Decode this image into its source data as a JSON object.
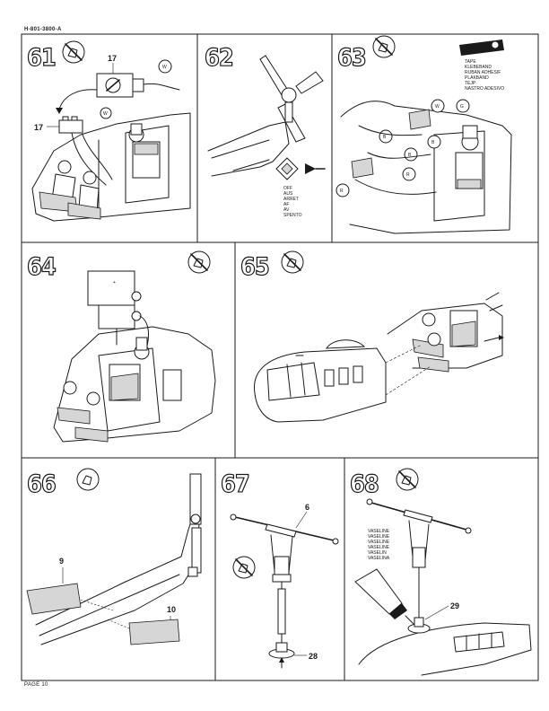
{
  "document": {
    "id": "H-801-3800-A",
    "page_label": "PAGE 10"
  },
  "steps": [
    {
      "number": "61",
      "callouts": [
        "17",
        "17"
      ],
      "markers": [
        "W",
        "W"
      ],
      "icon": "no-glue-icon"
    },
    {
      "number": "62",
      "text_lines": [
        "OFF",
        "AUS",
        "ARRET",
        "AF",
        "AV",
        "SPENTO"
      ]
    },
    {
      "number": "63",
      "icon": "no-glue-icon",
      "tape_lines": [
        "TAPE",
        "KLEBEBAND",
        "RUBAN ADHESIF",
        "PLAKBAND",
        "TEJP",
        "NASTRO ADESIVO"
      ],
      "markers": [
        "W",
        "G",
        "B",
        "B",
        "B",
        "R",
        "R"
      ]
    },
    {
      "number": "64",
      "icon": "no-glue-icon"
    },
    {
      "number": "65",
      "icon": "no-glue-icon"
    },
    {
      "number": "66",
      "icon": "glue-icon",
      "callouts": [
        "9",
        "10"
      ]
    },
    {
      "number": "67",
      "icon": "no-glue-icon",
      "callouts": [
        "6",
        "28"
      ]
    },
    {
      "number": "68",
      "icon": "no-glue-icon",
      "vaseline_lines": [
        "VASELINE",
        "VASELINE",
        "VASELINE",
        "VASELINE",
        "VASELIN",
        "VASELINA"
      ],
      "callouts": [
        "29"
      ]
    }
  ]
}
